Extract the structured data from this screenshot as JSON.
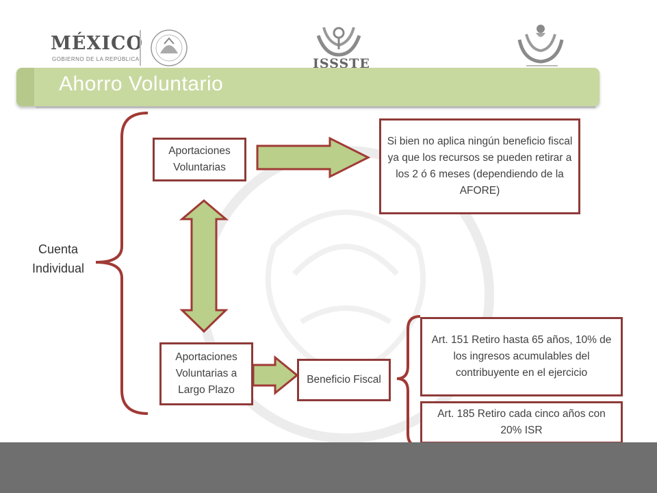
{
  "header": {
    "logo_mexico": "MÉXICO",
    "logo_mexico_sub": "GOBIERNO DE LA REPÚBLICA",
    "logo_issste": "ISSSTE"
  },
  "title": "Ahorro Voluntario",
  "diagram": {
    "root": "Cuenta Individual",
    "aportaciones_voluntarias": "Aportaciones Voluntarias",
    "aportaciones_largo_plazo": "Aportaciones Voluntarias a Largo Plazo",
    "beneficio_fiscal": "Beneficio Fiscal",
    "nota_sin_beneficio": "Si bien no aplica ningún beneficio fiscal ya que los recursos se pueden retirar a los 2 ó 6 meses (dependiendo de la AFORE)",
    "art_151": "Art. 151 Retiro hasta 65 años, 10% de los ingresos acumulables del contribuyente en el ejercicio",
    "art_185": "Art. 185 Retiro cada cinco años con 20% ISR"
  },
  "colors": {
    "box_border": "#8e3a38",
    "arrow_fill": "#b9cf8a",
    "arrow_stroke": "#a03a35",
    "title_bar": "#c8d9a0",
    "footer": "#6f6f6f"
  }
}
